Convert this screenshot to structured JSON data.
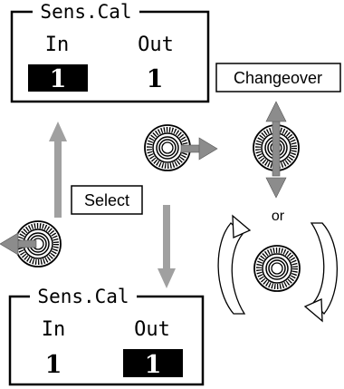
{
  "top_display": {
    "title": "Sens.Cal",
    "col_in_label": "In",
    "col_out_label": "Out",
    "in_value": "1",
    "out_value": "1",
    "highlighted": "In"
  },
  "bottom_display": {
    "title": "Sens.Cal",
    "col_in_label": "In",
    "col_out_label": "Out",
    "in_value": "1",
    "out_value": "1",
    "highlighted": "Out"
  },
  "labels": {
    "select": "Select",
    "changeover": "Changeover",
    "or": "or"
  },
  "icons": {
    "knob": "rotary-encoder-knob-icon",
    "arrow": "gray-arrow-icon",
    "rotate": "rotate-arrow-icon"
  },
  "colors": {
    "arrow_gray": "#a0a0a0",
    "dark_arrow": "#8c8c8c",
    "highlight_bg": "#000000",
    "highlight_fg": "#ffffff"
  }
}
